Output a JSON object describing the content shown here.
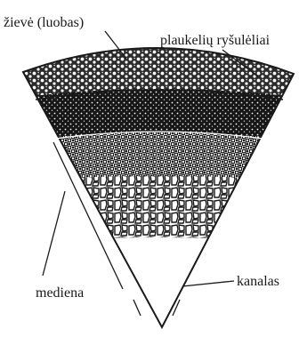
{
  "diagram": {
    "labels": {
      "bark": "žievė (luobas)",
      "vascular_bundles": "plaukelių ryšulėliai",
      "wood": "mediena",
      "canal": "kanalas"
    },
    "colors": {
      "ink": "#1a1a1a",
      "background": "#ffffff"
    }
  }
}
